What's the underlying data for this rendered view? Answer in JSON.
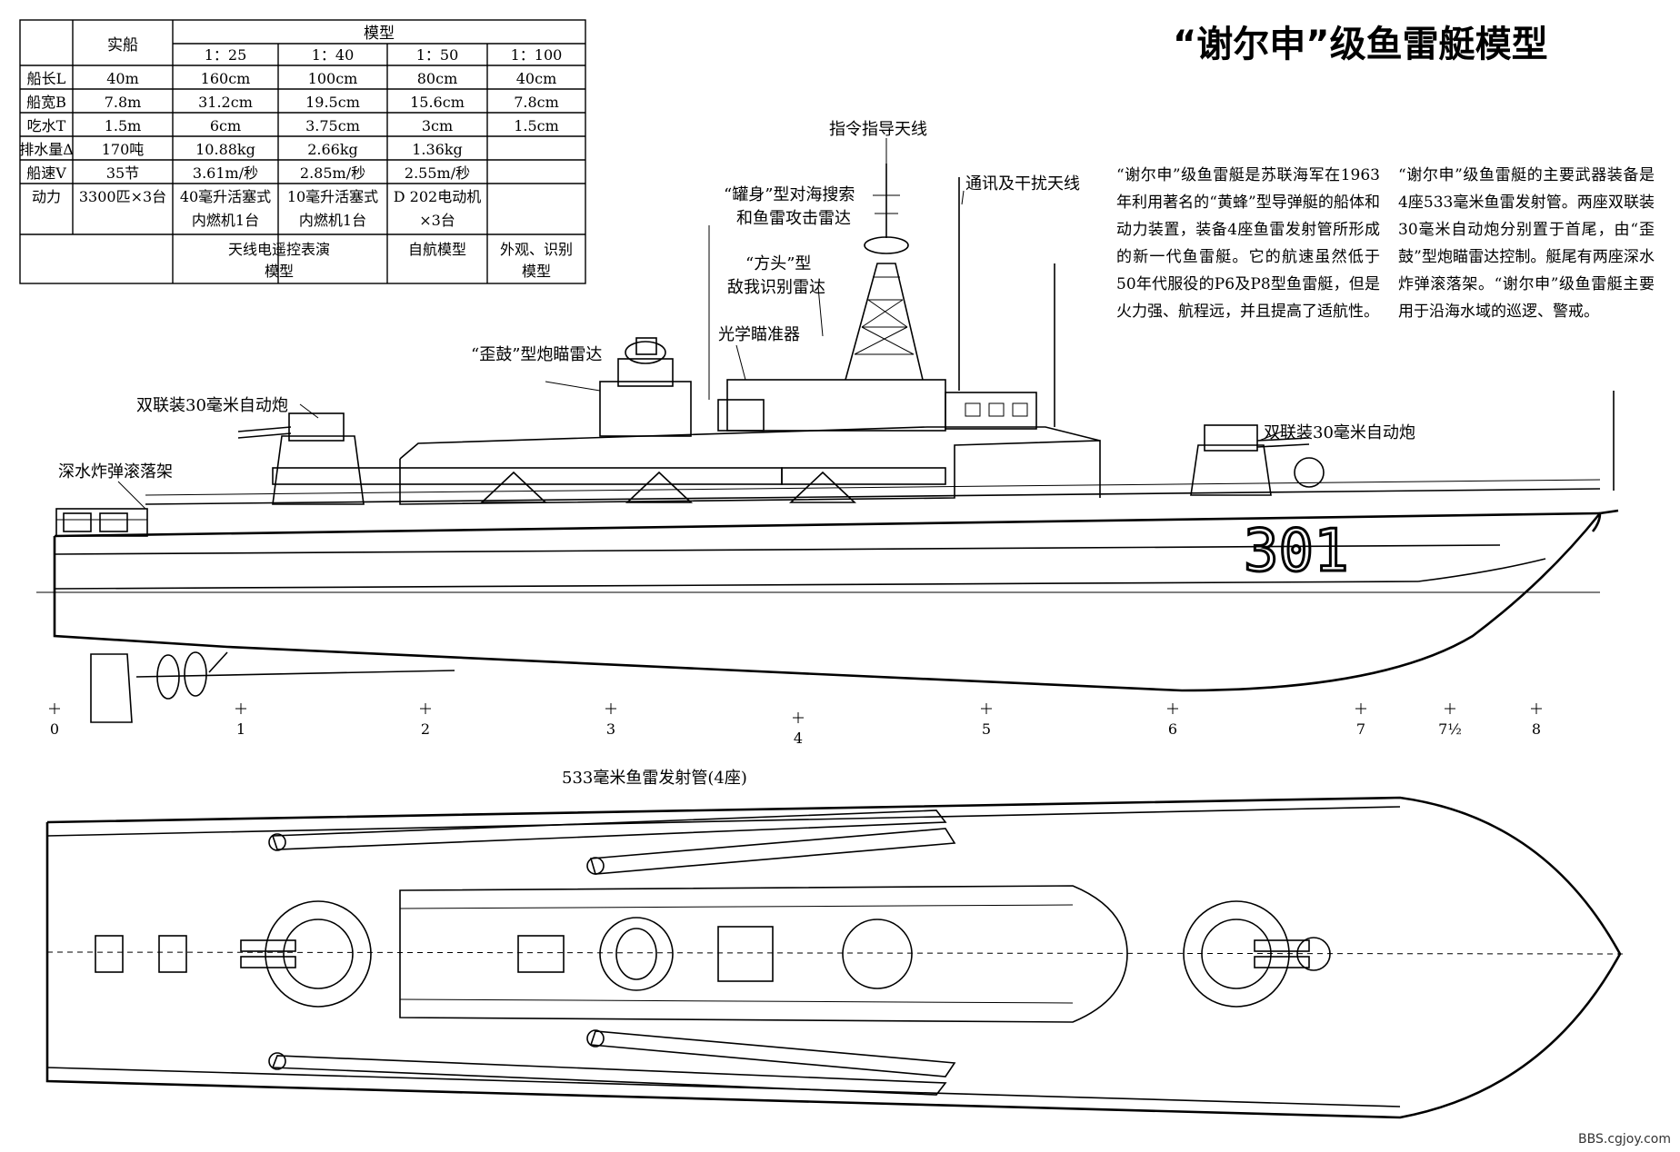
{
  "title": "“谢尔申”级鱼雷艇模型",
  "hull_number": "301",
  "table": {
    "col_real": "实船",
    "col_model": "模型",
    "scales": [
      "1：25",
      "1：40",
      "1：50",
      "1：100"
    ],
    "rows": [
      {
        "label": "船长L",
        "real": "40m",
        "values": [
          "160cm",
          "100cm",
          "80cm",
          "40cm"
        ]
      },
      {
        "label": "船宽B",
        "real": "7.8m",
        "values": [
          "31.2cm",
          "19.5cm",
          "15.6cm",
          "7.8cm"
        ]
      },
      {
        "label": "吃水T",
        "real": "1.5m",
        "values": [
          "6cm",
          "3.75cm",
          "3cm",
          "1.5cm"
        ]
      },
      {
        "label": "排水量Δ",
        "real": "170吨",
        "values": [
          "10.88kg",
          "2.66kg",
          "1.36kg",
          ""
        ]
      },
      {
        "label": "船速V",
        "real": "35节",
        "values": [
          "3.61m/秒",
          "2.85m/秒",
          "2.55m/秒",
          ""
        ]
      }
    ],
    "power_label": "动力",
    "power_real": "3300匹×3台",
    "power_1_25_l1": "40毫升活塞式",
    "power_1_25_l2": "内燃机1台",
    "power_1_40_l1": "10毫升活塞式",
    "power_1_40_l2": "内燃机1台",
    "power_1_50_l1": "D 202电动机",
    "power_1_50_l2": "×3台",
    "type_1_l1": "天线电遥控表演",
    "type_1_l2": "模型",
    "type_2_l1": "自航模型",
    "type_3_l1": "外观、识别",
    "type_3_l2": "模型"
  },
  "labels": {
    "command_antenna": "指令指导天线",
    "drum_radar_l1": "“罐身”型对海搜索",
    "drum_radar_l2": "和鱼雷攻击雷达",
    "square_head_l1": "“方头”型",
    "square_head_l2": "敌我识别雷达",
    "comms_antenna": "通讯及干扰天线",
    "optical_sight": "光学瞄准器",
    "drum_tilt_radar": "“歪鼓”型炮瞄雷达",
    "gun_fore": "双联装30毫米自动炮",
    "gun_aft": "双联装30毫米自动炮",
    "depth_charge": "深水炸弹滚落架",
    "torpedo_tubes": "533毫米鱼雷发射管(4座)"
  },
  "stations": [
    "0",
    "1",
    "2",
    "3",
    "4",
    "5",
    "6",
    "7",
    "7½",
    "8"
  ],
  "description_left": "“谢尔申”级鱼雷艇是苏联海军在1963年利用著名的“黄蜂”型导弹艇的船体和动力装置，装备4座鱼雷发射管所形成的新一代鱼雷艇。它的航速虽然低于50年代服役的P6及P8型鱼雷艇，但是火力强、航程远，并且提高了适航性。",
  "description_right": "“谢尔申”级鱼雷艇的主要武器装备是4座533毫米鱼雷发射管。两座双联装30毫米自动炮分别置于首尾，由“歪鼓”型炮瞄雷达控制。艇尾有两座深水炸弹滚落架。“谢尔申”级鱼雷艇主要用于沿海水域的巡逻、警戒。",
  "watermark": "BBS.cgjoy.com"
}
